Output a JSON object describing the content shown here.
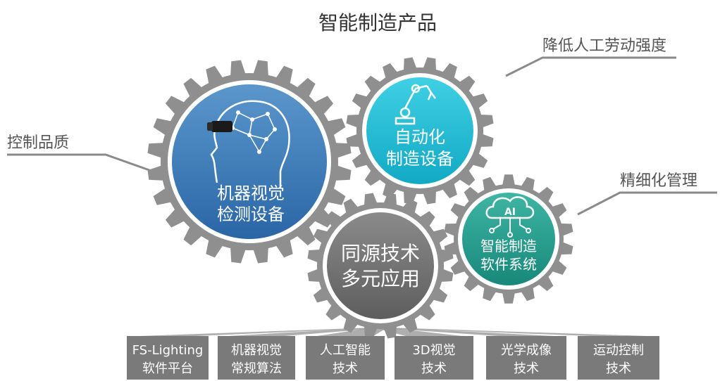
{
  "title": "智能制造产品",
  "callouts": {
    "quality": "控制品质",
    "labor": "降低人工劳动强度",
    "management": "精细化管理"
  },
  "gears": {
    "vision": {
      "line1": "机器视觉",
      "line2": "检测设备",
      "color": "#2d72b2",
      "icon": "head-brain-icon"
    },
    "automation": {
      "line1": "自动化",
      "line2": "制造设备",
      "color": "#17b6d0",
      "icon": "robot-arm-icon"
    },
    "software": {
      "line1": "智能制造",
      "line2": "软件系统",
      "color": "#1f9a8a",
      "icon": "ai-cloud-icon"
    },
    "core": {
      "line1": "同源技术",
      "line2": "多元应用",
      "color": "#6b6b6b"
    }
  },
  "foundation": [
    {
      "line1": "FS-Lighting",
      "line2": "软件平台"
    },
    {
      "line1": "机器视觉",
      "line2": "常规算法"
    },
    {
      "line1": "人工智能",
      "line2": "技术"
    },
    {
      "line1": "3D视觉",
      "line2": "技术"
    },
    {
      "line1": "光学成像",
      "line2": "技术"
    },
    {
      "line1": "运动控制",
      "line2": "技术"
    }
  ],
  "colors": {
    "gear_rim": "#8f8f8f",
    "box_fill": "#7a7a7a",
    "text_dark": "#333333",
    "text_light": "#ffffff"
  }
}
